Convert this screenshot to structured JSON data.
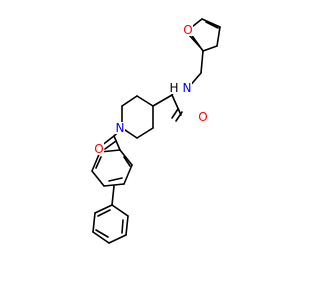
{
  "atom_labels": {
    "furan_oxygen": "O",
    "amide_nitrogen": "N",
    "amide_hydrogen": "H",
    "amide_oxygen": "O",
    "piperidine_nitrogen": "N",
    "ketone_oxygen": "O"
  },
  "colors": {
    "bond": "#000000",
    "oxygen": "#ff0000",
    "nitrogen": "#0000ff",
    "background": "#ffffff"
  }
}
